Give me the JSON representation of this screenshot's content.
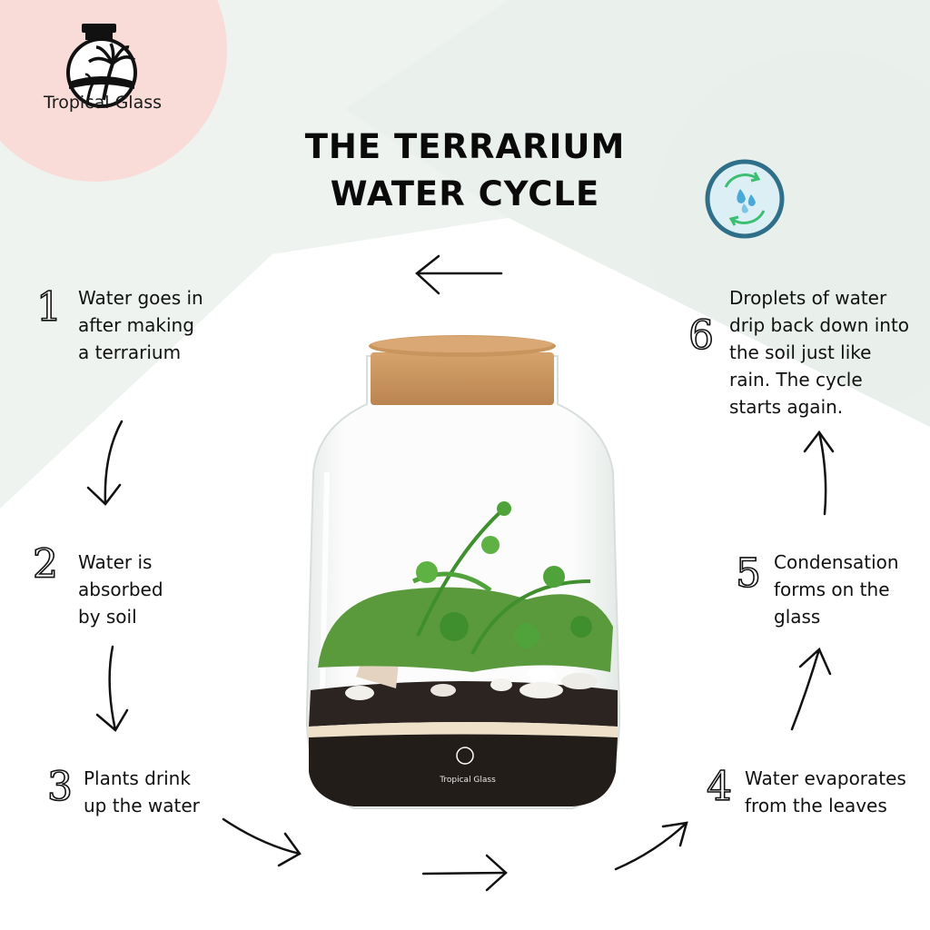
{
  "brand": {
    "name": "Tropical Glass",
    "jar_label": "Tropical Glass"
  },
  "title": {
    "line1": "THE TERRARIUM",
    "line2": "WATER CYCLE"
  },
  "icons": {
    "logo": "jar-palm-logo-icon",
    "cycle": "water-cycle-icon",
    "arrow": "hand-drawn-arrow-icon"
  },
  "colors": {
    "pink_blob": "#f9dcd7",
    "mint_bg": "#eef3f0",
    "cycle_ring": "#2f6f8a",
    "cycle_fill": "#dceff4",
    "cycle_arrows": "#3dbf73",
    "cycle_drops": "#4aa9d6",
    "cork": "#c9955e",
    "soil": "#2b2420",
    "leaves": "#3f8f2e"
  },
  "steps": [
    {
      "number": "1",
      "lines": [
        "Water goes in",
        "after making",
        "a terrarium"
      ]
    },
    {
      "number": "2",
      "lines": [
        "Water is",
        "absorbed",
        "by soil"
      ]
    },
    {
      "number": "3",
      "lines": [
        "Plants drink",
        "up the water"
      ]
    },
    {
      "number": "4",
      "lines": [
        "Water evaporates",
        "from the leaves"
      ]
    },
    {
      "number": "5",
      "lines": [
        "Condensation",
        "forms on the",
        "glass"
      ]
    },
    {
      "number": "6",
      "lines": [
        "Droplets of water",
        "drip back down into",
        "the soil just like",
        "rain. The cycle",
        "starts again."
      ]
    }
  ]
}
